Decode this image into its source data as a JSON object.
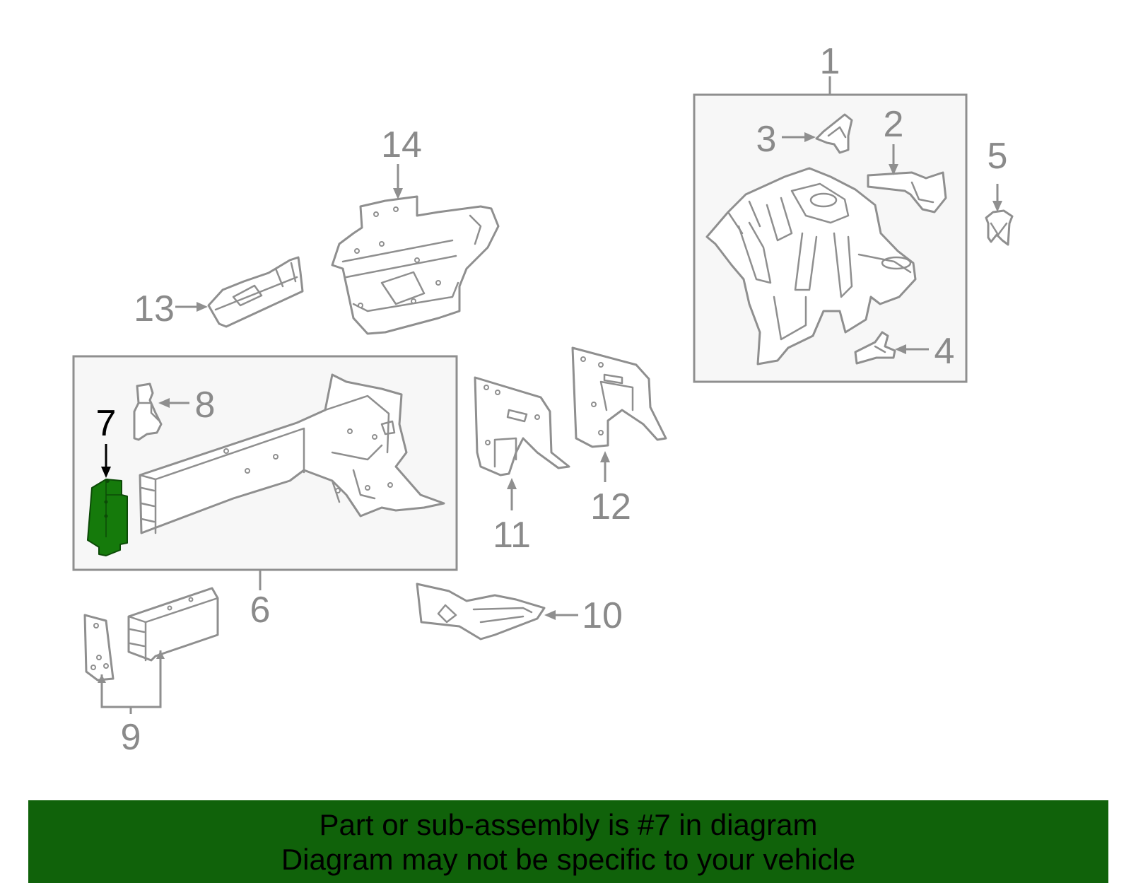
{
  "diagram": {
    "callouts": [
      {
        "id": "1",
        "label": "1"
      },
      {
        "id": "2",
        "label": "2"
      },
      {
        "id": "3",
        "label": "3"
      },
      {
        "id": "4",
        "label": "4"
      },
      {
        "id": "5",
        "label": "5"
      },
      {
        "id": "6",
        "label": "6"
      },
      {
        "id": "7",
        "label": "7",
        "highlighted": true
      },
      {
        "id": "8",
        "label": "8"
      },
      {
        "id": "9",
        "label": "9"
      },
      {
        "id": "10",
        "label": "10"
      },
      {
        "id": "11",
        "label": "11"
      },
      {
        "id": "12",
        "label": "12"
      },
      {
        "id": "13",
        "label": "13"
      },
      {
        "id": "14",
        "label": "14"
      }
    ]
  },
  "banner": {
    "line1": "Part or sub-assembly is #7 in diagram",
    "line2": "Diagram may not be specific to your vehicle"
  },
  "colors": {
    "highlight_part": "#157a0b",
    "banner_bg": "#10620a",
    "line_gray": "#8f8f8f",
    "box_fill": "#f7f7f7"
  }
}
